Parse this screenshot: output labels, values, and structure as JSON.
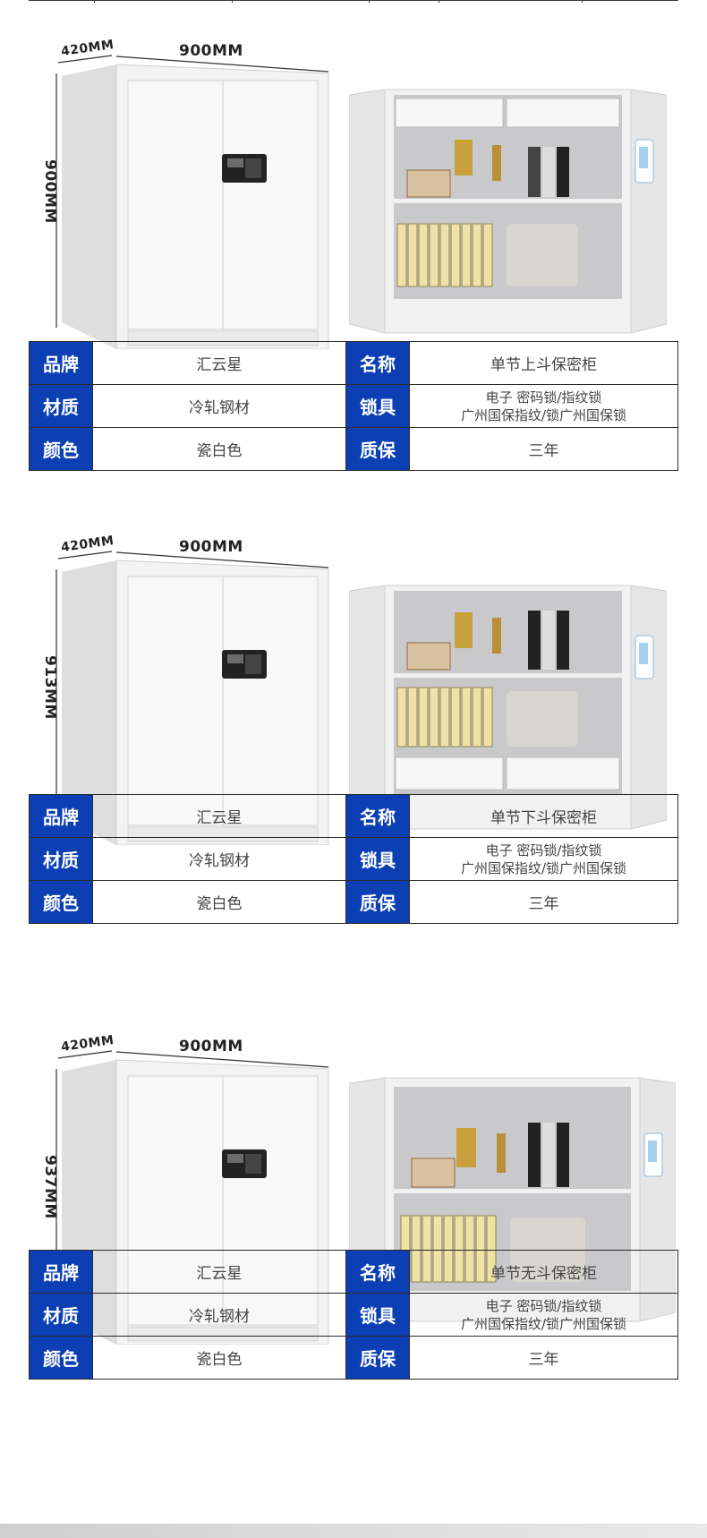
{
  "sections": [
    {
      "dims": {
        "depth": "420MM",
        "width": "900MM",
        "height": "900MM"
      },
      "specs": {
        "brand_key": "品牌",
        "brand_val": "汇云星",
        "name_key": "名称",
        "name_val": "单节上斗保密柜",
        "material_key": "材质",
        "material_val": "冷轧钢材",
        "lock_key": "锁具",
        "lock_val_line1": "电子 密码锁/指纹锁",
        "lock_val_line2": "广州国保指纹/锁广州国保锁",
        "color_key": "颜色",
        "color_val": "瓷白色",
        "warranty_key": "质保",
        "warranty_val": "三年"
      }
    },
    {
      "dims": {
        "depth": "420MM",
        "width": "900MM",
        "height": "913MM"
      },
      "specs": {
        "brand_key": "品牌",
        "brand_val": "汇云星",
        "name_key": "名称",
        "name_val": "单节下斗保密柜",
        "material_key": "材质",
        "material_val": "冷轧钢材",
        "lock_key": "锁具",
        "lock_val_line1": "电子 密码锁/指纹锁",
        "lock_val_line2": "广州国保指纹/锁广州国保锁",
        "color_key": "颜色",
        "color_val": "瓷白色",
        "warranty_key": "质保",
        "warranty_val": "三年"
      }
    },
    {
      "dims": {
        "depth": "420MM",
        "width": "900MM",
        "height": "937MM"
      },
      "specs": {
        "brand_key": "品牌",
        "brand_val": "汇云星",
        "name_key": "名称",
        "name_val": "单节无斗保密柜",
        "material_key": "材质",
        "material_val": "冷轧钢材",
        "lock_key": "锁具",
        "lock_val_line1": "电子 密码锁/指纹锁",
        "lock_val_line2": "广州国保指纹/锁广州国保锁",
        "color_key": "颜色",
        "color_val": "瓷白色",
        "warranty_key": "质保",
        "warranty_val": "三年"
      }
    }
  ],
  "colors": {
    "header_blue": "#0b3fb3",
    "cabinet_white": "#f2f2f2",
    "interior_gray": "#c9c9cc"
  }
}
